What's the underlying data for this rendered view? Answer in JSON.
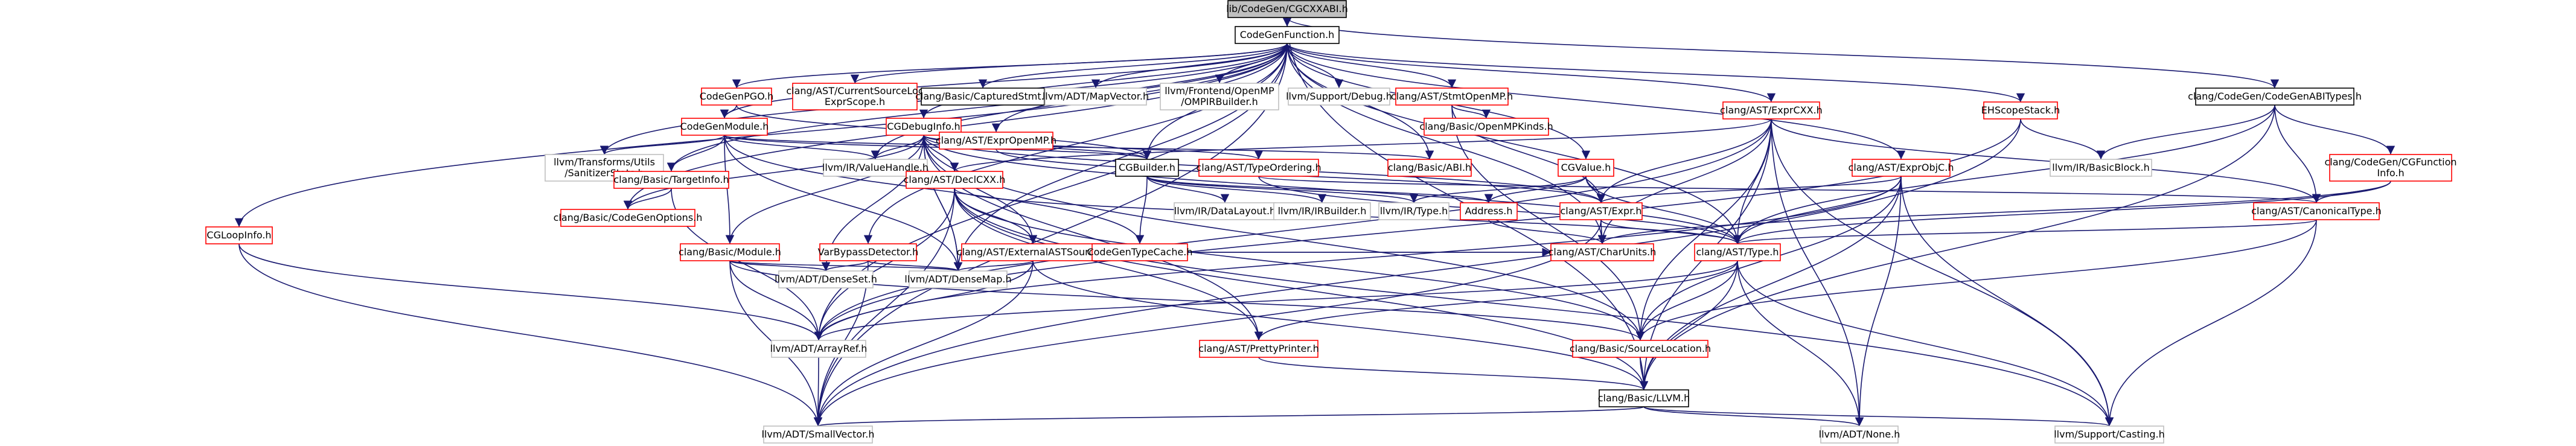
{
  "graph": {
    "root": "lib/CodeGen/CGCXXABI.h",
    "nodes": [
      {
        "id": "cgcxxabi",
        "label": "lib/CodeGen/CGCXXABI.h",
        "kind": "root"
      },
      {
        "id": "cgfunc",
        "label": "CodeGenFunction.h",
        "kind": "black"
      },
      {
        "id": "cgabitypes",
        "label": "clang/CodeGen/CodeGenABITypes.h",
        "kind": "black"
      },
      {
        "id": "cgpgo",
        "label": "CodeGenPGO.h",
        "kind": "red"
      },
      {
        "id": "curexprscope",
        "label": "clang/AST/CurrentSourceLoc\nExprScope.h",
        "kind": "red"
      },
      {
        "id": "capturedstmt",
        "label": "clang/Basic/CapturedStmt.h",
        "kind": "black"
      },
      {
        "id": "mapvector",
        "label": "llvm/ADT/MapVector.h",
        "kind": "gray"
      },
      {
        "id": "ompirbuilder",
        "label": "llvm/Frontend/OpenMP\n/OMPIRBuilder.h",
        "kind": "gray"
      },
      {
        "id": "debugh",
        "label": "llvm/Support/Debug.h",
        "kind": "gray"
      },
      {
        "id": "stmtopenmp",
        "label": "clang/AST/StmtOpenMP.h",
        "kind": "red"
      },
      {
        "id": "exprcxx",
        "label": "clang/AST/ExprCXX.h",
        "kind": "red"
      },
      {
        "id": "ehscope",
        "label": "EHScopeStack.h",
        "kind": "red"
      },
      {
        "id": "cgmodule",
        "label": "CodeGenModule.h",
        "kind": "red"
      },
      {
        "id": "cgdebuginfo",
        "label": "CGDebugInfo.h",
        "kind": "red"
      },
      {
        "id": "exprmp",
        "label": "clang/AST/ExprOpenMP.h",
        "kind": "red"
      },
      {
        "id": "openmpkinds",
        "label": "clang/Basic/OpenMPKinds.h",
        "kind": "red"
      },
      {
        "id": "cgloopinfo",
        "label": "CGLoopInfo.h",
        "kind": "red"
      },
      {
        "id": "sanitizerstats",
        "label": "llvm/Transforms/Utils\n/SanitizerStats.h",
        "kind": "gray"
      },
      {
        "id": "valuehandle",
        "label": "llvm/IR/ValueHandle.h",
        "kind": "gray"
      },
      {
        "id": "cgbuilder",
        "label": "CGBuilder.h",
        "kind": "black"
      },
      {
        "id": "typeordering",
        "label": "clang/AST/TypeOrdering.h",
        "kind": "red"
      },
      {
        "id": "abih",
        "label": "clang/Basic/ABI.h",
        "kind": "red"
      },
      {
        "id": "cgvalue",
        "label": "CGValue.h",
        "kind": "red"
      },
      {
        "id": "exprobjc",
        "label": "clang/AST/ExprObjC.h",
        "kind": "red"
      },
      {
        "id": "basicblock",
        "label": "llvm/IR/BasicBlock.h",
        "kind": "gray"
      },
      {
        "id": "cgfuncinfo",
        "label": "clang/CodeGen/CGFunction\nInfo.h",
        "kind": "red"
      },
      {
        "id": "targetinfo",
        "label": "clang/Basic/TargetInfo.h",
        "kind": "red"
      },
      {
        "id": "declcxx",
        "label": "clang/AST/DeclCXX.h",
        "kind": "red"
      },
      {
        "id": "datalayout",
        "label": "llvm/IR/DataLayout.h",
        "kind": "gray"
      },
      {
        "id": "irbuilder",
        "label": "llvm/IR/IRBuilder.h",
        "kind": "gray"
      },
      {
        "id": "irtype",
        "label": "llvm/IR/Type.h",
        "kind": "gray"
      },
      {
        "id": "address",
        "label": "Address.h",
        "kind": "red"
      },
      {
        "id": "astexpr",
        "label": "clang/AST/Expr.h",
        "kind": "red"
      },
      {
        "id": "canontype",
        "label": "clang/AST/CanonicalType.h",
        "kind": "red"
      },
      {
        "id": "codegenoptions",
        "label": "clang/Basic/CodeGenOptions.h",
        "kind": "red"
      },
      {
        "id": "modulebasic",
        "label": "clang/Basic/Module.h",
        "kind": "red"
      },
      {
        "id": "varbypass",
        "label": "VarBypassDetector.h",
        "kind": "red"
      },
      {
        "id": "extastsource",
        "label": "clang/AST/ExternalASTSource.h",
        "kind": "red"
      },
      {
        "id": "cgtypecache",
        "label": "CodeGenTypeCache.h",
        "kind": "red"
      },
      {
        "id": "charunits",
        "label": "clang/AST/CharUnits.h",
        "kind": "red"
      },
      {
        "id": "asttype",
        "label": "clang/AST/Type.h",
        "kind": "red"
      },
      {
        "id": "densemap",
        "label": "llvm/ADT/DenseMap.h",
        "kind": "gray"
      },
      {
        "id": "denseset",
        "label": "llvm/ADT/DenseSet.h",
        "kind": "gray"
      },
      {
        "id": "arrayref",
        "label": "llvm/ADT/ArrayRef.h",
        "kind": "gray"
      },
      {
        "id": "prettyprinter",
        "label": "clang/AST/PrettyPrinter.h",
        "kind": "red"
      },
      {
        "id": "srcloc",
        "label": "clang/Basic/SourceLocation.h",
        "kind": "red"
      },
      {
        "id": "llvmh",
        "label": "clang/Basic/LLVM.h",
        "kind": "black"
      },
      {
        "id": "smallvector",
        "label": "llvm/ADT/SmallVector.h",
        "kind": "gray"
      },
      {
        "id": "adtnone",
        "label": "llvm/ADT/None.h",
        "kind": "gray"
      },
      {
        "id": "casting",
        "label": "llvm/Support/Casting.h",
        "kind": "gray"
      }
    ],
    "edges": [
      [
        "cgcxxabi",
        "cgfunc"
      ],
      [
        "cgcxxabi",
        "cgabitypes"
      ],
      [
        "cgcxxabi",
        "llvmh"
      ],
      [
        "cgfunc",
        "cgpgo"
      ],
      [
        "cgfunc",
        "curexprscope"
      ],
      [
        "cgfunc",
        "capturedstmt"
      ],
      [
        "cgfunc",
        "mapvector"
      ],
      [
        "cgfunc",
        "ompirbuilder"
      ],
      [
        "cgfunc",
        "debugh"
      ],
      [
        "cgfunc",
        "stmtopenmp"
      ],
      [
        "cgfunc",
        "exprcxx"
      ],
      [
        "cgfunc",
        "ehscope"
      ],
      [
        "cgfunc",
        "cgmodule"
      ],
      [
        "cgfunc",
        "cgdebuginfo"
      ],
      [
        "cgfunc",
        "exprmp"
      ],
      [
        "cgfunc",
        "cgloopinfo"
      ],
      [
        "cgfunc",
        "sanitizerstats"
      ],
      [
        "cgfunc",
        "valuehandle"
      ],
      [
        "cgfunc",
        "cgbuilder"
      ],
      [
        "cgfunc",
        "abih"
      ],
      [
        "cgfunc",
        "cgvalue"
      ],
      [
        "cgfunc",
        "exprobjc"
      ],
      [
        "cgfunc",
        "targetinfo"
      ],
      [
        "cgfunc",
        "codegenoptions"
      ],
      [
        "cgfunc",
        "varbypass"
      ],
      [
        "cgfunc",
        "charunits"
      ],
      [
        "cgfunc",
        "asttype"
      ],
      [
        "cgfunc",
        "densemap"
      ],
      [
        "cgfunc",
        "arrayref"
      ],
      [
        "cgfunc",
        "smallvector"
      ],
      [
        "cgabitypes",
        "cgfuncinfo"
      ],
      [
        "cgabitypes",
        "basicblock"
      ],
      [
        "cgabitypes",
        "canontype"
      ],
      [
        "cgabitypes",
        "asttype"
      ],
      [
        "cgabitypes",
        "llvmh"
      ],
      [
        "cgpgo",
        "cgmodule"
      ],
      [
        "cgpgo",
        "cgbuilder"
      ],
      [
        "stmtopenmp",
        "openmpkinds"
      ],
      [
        "stmtopenmp",
        "astexpr"
      ],
      [
        "stmtopenmp",
        "srcloc"
      ],
      [
        "exprcxx",
        "declcxx"
      ],
      [
        "exprcxx",
        "astexpr"
      ],
      [
        "exprcxx",
        "asttype"
      ],
      [
        "exprcxx",
        "srcloc"
      ],
      [
        "exprcxx",
        "llvmh"
      ],
      [
        "exprcxx",
        "adtnone"
      ],
      [
        "exprcxx",
        "arrayref"
      ],
      [
        "exprcxx",
        "casting"
      ],
      [
        "exprcxx",
        "canontype"
      ],
      [
        "exprcxx",
        "charunits"
      ],
      [
        "ehscope",
        "basicblock"
      ],
      [
        "ehscope",
        "arrayref"
      ],
      [
        "ehscope",
        "smallvector"
      ],
      [
        "cgmodule",
        "cgbuilder"
      ],
      [
        "cgmodule",
        "targetinfo"
      ],
      [
        "cgmodule",
        "modulebasic"
      ],
      [
        "cgmodule",
        "cgtypecache"
      ],
      [
        "cgmodule",
        "valuehandle"
      ],
      [
        "cgmodule",
        "densemap"
      ],
      [
        "cgmodule",
        "sanitizerstats"
      ],
      [
        "cgmodule",
        "abih"
      ],
      [
        "cgdebuginfo",
        "declcxx"
      ],
      [
        "cgdebuginfo",
        "extastsource"
      ],
      [
        "cgdebuginfo",
        "cgbuilder"
      ],
      [
        "cgdebuginfo",
        "typeordering"
      ],
      [
        "cgdebuginfo",
        "modulebasic"
      ],
      [
        "cgdebuginfo",
        "prettyprinter"
      ],
      [
        "cgdebuginfo",
        "densemap"
      ],
      [
        "cgdebuginfo",
        "densemap"
      ],
      [
        "cgdebuginfo",
        "denseset"
      ],
      [
        "cgdebuginfo",
        "valuehandle"
      ],
      [
        "cgdebuginfo",
        "srcloc"
      ],
      [
        "cgdebuginfo",
        "asttype"
      ],
      [
        "cgdebuginfo",
        "codegenoptions"
      ],
      [
        "cgdebuginfo",
        "astexpr"
      ],
      [
        "exprmp",
        "astexpr"
      ],
      [
        "cgloopinfo",
        "arrayref"
      ],
      [
        "cgloopinfo",
        "smallvector"
      ],
      [
        "cgbuilder",
        "address"
      ],
      [
        "cgbuilder",
        "cgtypecache"
      ],
      [
        "cgbuilder",
        "datalayout"
      ],
      [
        "cgbuilder",
        "irbuilder"
      ],
      [
        "cgbuilder",
        "irtype"
      ],
      [
        "typeordering",
        "canontype"
      ],
      [
        "typeordering",
        "asttype"
      ],
      [
        "cgvalue",
        "address"
      ],
      [
        "cgvalue",
        "astexpr"
      ],
      [
        "cgvalue",
        "asttype"
      ],
      [
        "cgvalue",
        "irtype"
      ],
      [
        "exprobjc",
        "astexpr"
      ],
      [
        "exprobjc",
        "asttype"
      ],
      [
        "exprobjc",
        "srcloc"
      ],
      [
        "exprobjc",
        "llvmh"
      ],
      [
        "exprobjc",
        "adtnone"
      ],
      [
        "exprobjc",
        "casting"
      ],
      [
        "exprobjc",
        "arrayref"
      ],
      [
        "cgfuncinfo",
        "canontype"
      ],
      [
        "cgfuncinfo",
        "charunits"
      ],
      [
        "cgfuncinfo",
        "asttype"
      ],
      [
        "targetinfo",
        "codegenoptions"
      ],
      [
        "targetinfo",
        "arrayref"
      ],
      [
        "declcxx",
        "extastsource"
      ],
      [
        "declcxx",
        "asttype"
      ],
      [
        "declcxx",
        "arrayref"
      ],
      [
        "declcxx",
        "srcloc"
      ],
      [
        "declcxx",
        "llvmh"
      ],
      [
        "declcxx",
        "casting"
      ],
      [
        "declcxx",
        "smallvector"
      ],
      [
        "declcxx",
        "prettyprinter"
      ],
      [
        "address",
        "charunits"
      ],
      [
        "astexpr",
        "charunits"
      ],
      [
        "astexpr",
        "asttype"
      ],
      [
        "astexpr",
        "smallvector"
      ],
      [
        "canontype",
        "asttype"
      ],
      [
        "canontype",
        "srcloc"
      ],
      [
        "canontype",
        "casting"
      ],
      [
        "modulebasic",
        "denseset"
      ],
      [
        "modulebasic",
        "densemap"
      ],
      [
        "modulebasic",
        "arrayref"
      ],
      [
        "modulebasic",
        "smallvector"
      ],
      [
        "modulebasic",
        "srcloc"
      ],
      [
        "varbypass",
        "denseset"
      ],
      [
        "varbypass",
        "densemap"
      ],
      [
        "varbypass",
        "smallvector"
      ],
      [
        "extastsource",
        "densemap"
      ],
      [
        "extastsource",
        "arrayref"
      ],
      [
        "extastsource",
        "llvmh"
      ],
      [
        "extastsource",
        "smallvector"
      ],
      [
        "extastsource",
        "charunits"
      ],
      [
        "cgtypecache",
        "charunits"
      ],
      [
        "asttype",
        "arrayref"
      ],
      [
        "asttype",
        "srcloc"
      ],
      [
        "asttype",
        "llvmh"
      ],
      [
        "asttype",
        "adtnone"
      ],
      [
        "asttype",
        "casting"
      ],
      [
        "asttype",
        "prettyprinter"
      ],
      [
        "prettyprinter",
        "llvmh"
      ],
      [
        "srcloc",
        "llvmh"
      ],
      [
        "llvmh",
        "smallvector"
      ],
      [
        "llvmh",
        "adtnone"
      ],
      [
        "llvmh",
        "casting"
      ],
      [
        "arrayref",
        "smallvector"
      ]
    ]
  }
}
